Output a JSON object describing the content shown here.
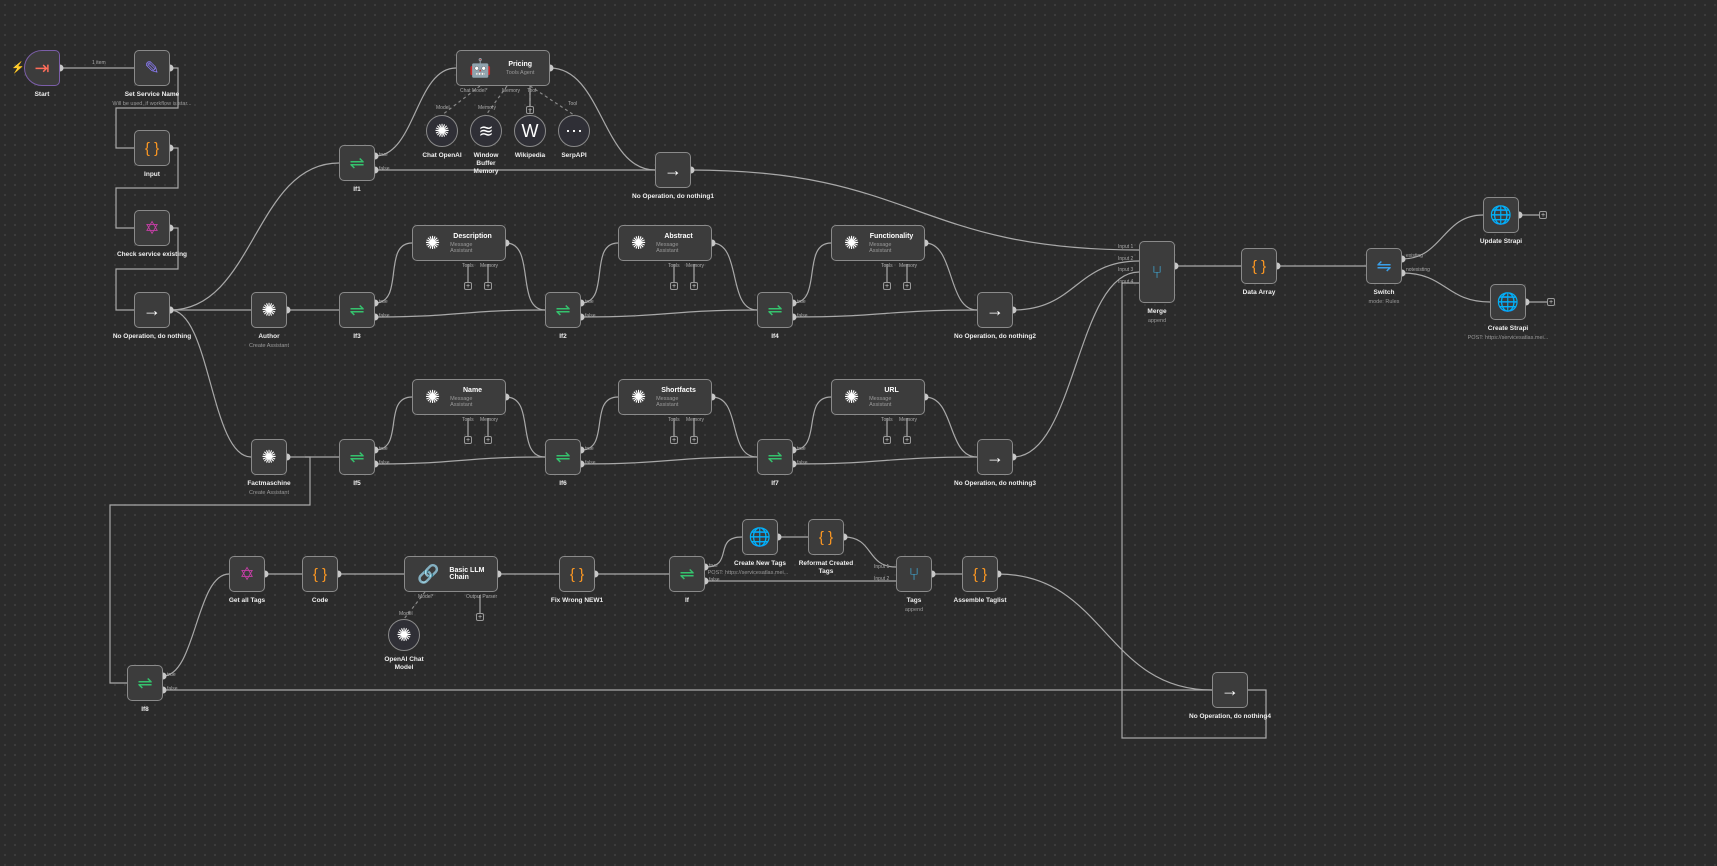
{
  "canvas": {
    "edge_label_start": "1 item"
  },
  "nodes": [
    {
      "id": "start",
      "name": "Start",
      "icon": "exit-icon",
      "color": "#ff6d5a"
    },
    {
      "id": "setname",
      "name": "Set Service Name",
      "sub": "Will be used, if workflow is star...",
      "icon": "pencil-icon",
      "color": "#8b7cf6"
    },
    {
      "id": "input",
      "name": "Input",
      "icon": "braces-icon",
      "color": "#ff9922"
    },
    {
      "id": "check",
      "name": "Check service existing",
      "icon": "gear-icon",
      "color": "#c63ea6"
    },
    {
      "id": "noop",
      "name": "No Operation, do nothing",
      "icon": "arrow-right-icon",
      "color": "#ffffff"
    },
    {
      "id": "if1",
      "name": "If1",
      "icon": "if-icon",
      "color": "#35c26d"
    },
    {
      "id": "pricing",
      "name": "Pricing",
      "sub": "Tools Agent",
      "icon": "robot-icon",
      "color": "#ffffff"
    },
    {
      "id": "chatopenai",
      "name": "Chat OpenAI",
      "icon": "openai-icon",
      "color": "#ffffff"
    },
    {
      "id": "memory",
      "name": "Window Buffer Memory",
      "icon": "database-icon",
      "color": "#ffffff"
    },
    {
      "id": "wikipedia",
      "name": "Wikipedia",
      "icon": "wikipedia-icon",
      "color": "#ffffff"
    },
    {
      "id": "serpapi",
      "name": "SerpAPI",
      "icon": "serpapi-icon",
      "color": "#ffffff"
    },
    {
      "id": "noop1",
      "name": "No Operation, do nothing1",
      "icon": "arrow-right-icon",
      "color": "#ffffff"
    },
    {
      "id": "author",
      "name": "Author",
      "sub": "Create Assistant",
      "icon": "openai-icon",
      "color": "#ffffff"
    },
    {
      "id": "if3",
      "name": "If3",
      "icon": "if-icon",
      "color": "#35c26d"
    },
    {
      "id": "description",
      "name": "Description",
      "sub": "Message Assistant",
      "icon": "openai-icon",
      "color": "#ffffff"
    },
    {
      "id": "if2",
      "name": "If2",
      "icon": "if-icon",
      "color": "#35c26d"
    },
    {
      "id": "abstract",
      "name": "Abstract",
      "sub": "Message Assistant",
      "icon": "openai-icon",
      "color": "#ffffff"
    },
    {
      "id": "if4",
      "name": "If4",
      "icon": "if-icon",
      "color": "#35c26d"
    },
    {
      "id": "functionality",
      "name": "Functionality",
      "sub": "Message Assistant",
      "icon": "openai-icon",
      "color": "#ffffff"
    },
    {
      "id": "noop2",
      "name": "No Operation, do nothing2",
      "icon": "arrow-right-icon",
      "color": "#ffffff"
    },
    {
      "id": "factmaschine",
      "name": "Factmaschine",
      "sub": "Create Assistant",
      "icon": "openai-icon",
      "color": "#ffffff"
    },
    {
      "id": "if5",
      "name": "If5",
      "icon": "if-icon",
      "color": "#35c26d"
    },
    {
      "id": "name",
      "name": "Name",
      "sub": "Message Assistant",
      "icon": "openai-icon",
      "color": "#ffffff"
    },
    {
      "id": "if6",
      "name": "If6",
      "icon": "if-icon",
      "color": "#35c26d"
    },
    {
      "id": "shortfacts",
      "name": "Shortfacts",
      "sub": "Message Assistant",
      "icon": "openai-icon",
      "color": "#ffffff"
    },
    {
      "id": "if7",
      "name": "If7",
      "icon": "if-icon",
      "color": "#35c26d"
    },
    {
      "id": "url",
      "name": "URL",
      "sub": "Message Assistant",
      "icon": "openai-icon",
      "color": "#ffffff"
    },
    {
      "id": "noop3",
      "name": "No Operation, do nothing3",
      "icon": "arrow-right-icon",
      "color": "#ffffff"
    },
    {
      "id": "merge",
      "name": "Merge",
      "sub": "append",
      "icon": "merge-icon",
      "color": "#3fa9d6"
    },
    {
      "id": "dataarray",
      "name": "Data Array",
      "icon": "braces-icon",
      "color": "#ff9922"
    },
    {
      "id": "switch",
      "name": "Switch",
      "sub": "mode: Rules",
      "icon": "switch-icon",
      "color": "#3b9fe8"
    },
    {
      "id": "update",
      "name": "Update Strapi",
      "icon": "globe-icon",
      "color": "#8b7cf6"
    },
    {
      "id": "create",
      "name": "Create Strapi",
      "sub": "POST: https://servicesatlas.mei...",
      "icon": "globe-icon",
      "color": "#8b7cf6"
    },
    {
      "id": "getalltags",
      "name": "Get all Tags",
      "icon": "gear-icon",
      "color": "#c63ea6"
    },
    {
      "id": "code",
      "name": "Code",
      "icon": "braces-icon",
      "color": "#ff9922"
    },
    {
      "id": "llm",
      "name": "Basic LLM Chain",
      "icon": "link-icon",
      "color": "#ffffff"
    },
    {
      "id": "openaichat",
      "name": "OpenAI Chat Model",
      "icon": "openai-icon",
      "color": "#ffffff"
    },
    {
      "id": "fixwrong",
      "name": "Fix Wrong NEW1",
      "icon": "braces-icon",
      "color": "#ff9922"
    },
    {
      "id": "if",
      "name": "If",
      "icon": "if-icon",
      "color": "#35c26d"
    },
    {
      "id": "createtags",
      "name": "Create New Tags",
      "sub": "POST: https://servicesatlas.mei...",
      "icon": "globe-icon",
      "color": "#8b7cf6"
    },
    {
      "id": "reformat",
      "name": "Reformat Created Tags",
      "icon": "braces-icon",
      "color": "#ff9922"
    },
    {
      "id": "tags",
      "name": "Tags",
      "sub": "append",
      "icon": "merge-icon",
      "color": "#3fa9d6"
    },
    {
      "id": "assemble",
      "name": "Assemble Taglist",
      "icon": "braces-icon",
      "color": "#ff9922"
    },
    {
      "id": "if8",
      "name": "If8",
      "icon": "if-icon",
      "color": "#35c26d"
    },
    {
      "id": "noop4",
      "name": "No Operation, do nothing4",
      "icon": "arrow-right-icon",
      "color": "#ffffff"
    }
  ],
  "port_labels": {
    "true": "true",
    "false": "false",
    "input1": "Input 1",
    "input2": "Input 2",
    "input3": "Input 3",
    "input4": "Input 4",
    "existing": "existing",
    "notexisting": "notexisting",
    "chat_model": "Chat Model*",
    "memory": "Memory",
    "tool": "Tool",
    "tools": "Tools",
    "model": "Model",
    "model_req": "Model*",
    "output_parser": "Output Parser"
  }
}
